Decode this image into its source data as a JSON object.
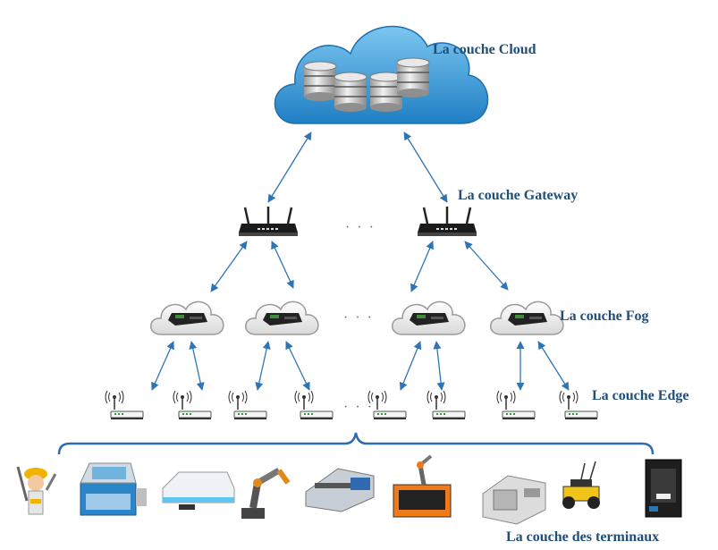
{
  "layers": {
    "cloud": "La couche Cloud",
    "gateway": "La couche Gateway",
    "fog": "La couche Fog",
    "edge": "La couche Edge",
    "terminals": "La couche des terminaux"
  },
  "ellipsis": "· · ·",
  "colors": {
    "label": "#1f4e79",
    "arrow": "#2e75b6",
    "cloud_fill": "#3da0dd",
    "brace": "#2e6bb0"
  },
  "terminal_devices": [
    "worker-icon",
    "laser-cutter-icon",
    "agv-robot-icon",
    "robot-arm-icon",
    "panel-saw-icon",
    "mobile-robot-arm-icon",
    "industrial-machine-icon",
    "rover-robot-icon",
    "3d-printer-icon"
  ]
}
